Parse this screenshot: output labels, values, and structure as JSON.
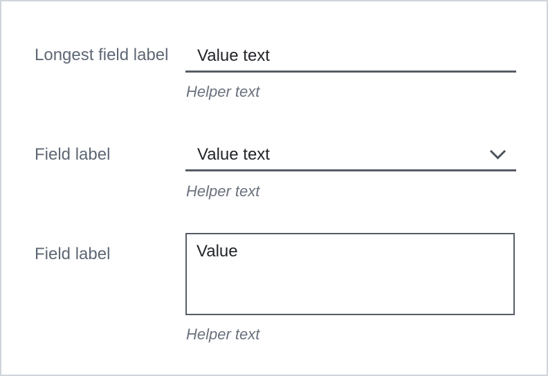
{
  "colors": {
    "background": "#ffffff",
    "page_border": "#cfd4db",
    "label_text": "#5e6774",
    "value_text": "#212428",
    "helper_text": "#6a717d",
    "field_line": "#565c64",
    "chevron": "#4a515c"
  },
  "form": {
    "fields": [
      {
        "type": "text",
        "label": "Longest field label",
        "value": "Value text",
        "helper": "Helper text"
      },
      {
        "type": "select",
        "label": "Field label",
        "value": "Value text",
        "helper": "Helper text",
        "icon": "chevron-down-icon"
      },
      {
        "type": "textarea",
        "label": "Field label",
        "value": "Value",
        "helper": "Helper text"
      }
    ]
  }
}
